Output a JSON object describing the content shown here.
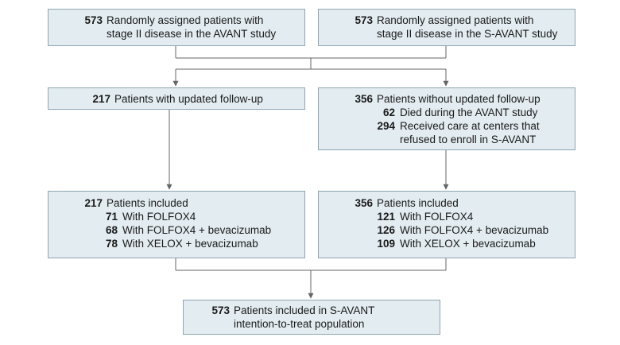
{
  "boxes": {
    "avant": {
      "rows": [
        {
          "num": "573",
          "text": "Randomly assigned patients with"
        },
        {
          "num": "",
          "text": "stage II disease in the AVANT study"
        }
      ]
    },
    "savant": {
      "rows": [
        {
          "num": "573",
          "text": "Randomly assigned patients with"
        },
        {
          "num": "",
          "text": "stage II disease in the S-AVANT study"
        }
      ]
    },
    "updated": {
      "rows": [
        {
          "num": "217",
          "text": "Patients with updated follow-up"
        }
      ]
    },
    "not_updated": {
      "rows": [
        {
          "num": "356",
          "text": "Patients without updated follow-up"
        },
        {
          "num": "62",
          "text": "Died during the AVANT study",
          "indent": true
        },
        {
          "num": "294",
          "text": "Received care at centers that",
          "indent": true
        },
        {
          "num": "",
          "text": "refused to enroll in S-AVANT",
          "indent": true
        }
      ]
    },
    "included_left": {
      "rows": [
        {
          "num": "217",
          "text": "Patients included"
        },
        {
          "num": "71",
          "text": "With FOLFOX4",
          "indent": true
        },
        {
          "num": "68",
          "text": "With FOLFOX4 + bevacizumab",
          "indent": true
        },
        {
          "num": "78",
          "text": "With XELOX + bevacizumab",
          "indent": true
        }
      ]
    },
    "included_right": {
      "rows": [
        {
          "num": "356",
          "text": "Patients included"
        },
        {
          "num": "121",
          "text": "With FOLFOX4",
          "indent": true
        },
        {
          "num": "126",
          "text": "With FOLFOX4 + bevacizumab",
          "indent": true
        },
        {
          "num": "109",
          "text": "With XELOX + bevacizumab",
          "indent": true
        }
      ]
    },
    "itt": {
      "rows": [
        {
          "num": "573",
          "text": "Patients included in S-AVANT"
        },
        {
          "num": "",
          "text": "intention-to-treat population"
        }
      ]
    }
  },
  "colors": {
    "box_fill": "#e3ecf1",
    "box_border": "#8fa6b3",
    "connector": "#666666"
  }
}
